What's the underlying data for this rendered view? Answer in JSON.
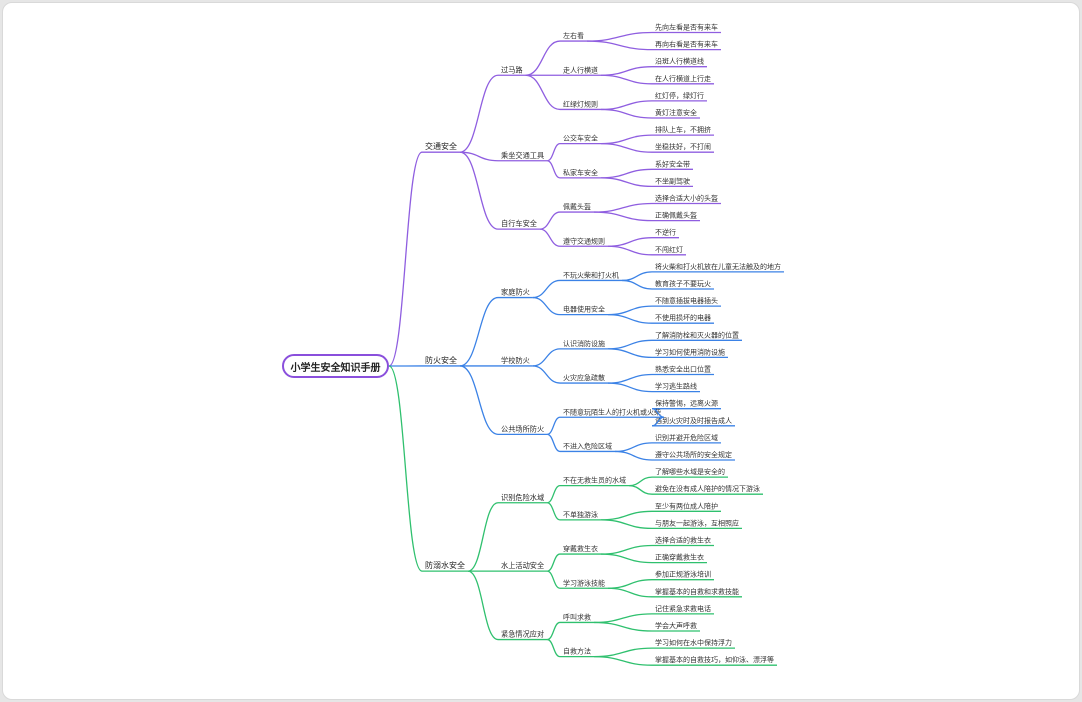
{
  "root": {
    "label": "小学生安全知识手册",
    "color": "#8a4fdc"
  },
  "branches": [
    {
      "label": "交通安全",
      "color": "#8f5ee0",
      "children": [
        {
          "label": "过马路",
          "children": [
            {
              "label": "左右看",
              "children": [
                "先向左看是否有来车",
                "再向右看是否有来车"
              ]
            },
            {
              "label": "走人行横道",
              "children": [
                "沿斑人行横道线",
                "在人行横道上行走"
              ]
            },
            {
              "label": "红绿灯规则",
              "children": [
                "红灯停，绿灯行",
                "黄灯注意安全"
              ]
            }
          ]
        },
        {
          "label": "乘坐交通工具",
          "children": [
            {
              "label": "公交车安全",
              "children": [
                "排队上车，不拥挤",
                "坐稳扶好，不打闹"
              ]
            },
            {
              "label": "私家车安全",
              "children": [
                "系好安全带",
                "不坐副驾驶"
              ]
            }
          ]
        },
        {
          "label": "自行车安全",
          "children": [
            {
              "label": "佩戴头盔",
              "children": [
                "选择合适大小的头盔",
                "正确佩戴头盔"
              ]
            },
            {
              "label": "遵守交通规则",
              "children": [
                "不逆行",
                "不闯红灯"
              ]
            }
          ]
        }
      ]
    },
    {
      "label": "防火安全",
      "color": "#3b82e6",
      "children": [
        {
          "label": "家庭防火",
          "children": [
            {
              "label": "不玩火柴和打火机",
              "children": [
                "将火柴和打火机放在儿童无法触及的地方",
                "教育孩子不要玩火"
              ]
            },
            {
              "label": "电器使用安全",
              "children": [
                "不随意插拔电器插头",
                "不使用损坏的电器"
              ]
            }
          ]
        },
        {
          "label": "学校防火",
          "children": [
            {
              "label": "认识消防设施",
              "children": [
                "了解消防栓和灭火器的位置",
                "学习如何使用消防设施"
              ]
            },
            {
              "label": "火灾应急疏散",
              "children": [
                "熟悉安全出口位置",
                "学习逃生路线"
              ]
            }
          ]
        },
        {
          "label": "公共场所防火",
          "children": [
            {
              "label": "不随意玩陌生人的打火机或火柴",
              "children": [
                "保持警惕，远离火源",
                "遇到火灾时及时报告成人"
              ]
            },
            {
              "label": "不进入危险区域",
              "children": [
                "识别并避开危险区域",
                "遵守公共场所的安全规定"
              ]
            }
          ]
        }
      ]
    },
    {
      "label": "防溺水安全",
      "color": "#2fc06e",
      "children": [
        {
          "label": "识别危险水域",
          "children": [
            {
              "label": "不在无救生员的水域",
              "children": [
                "了解哪些水域是安全的",
                "避免在没有成人陪护的情况下游泳"
              ]
            },
            {
              "label": "不单独游泳",
              "children": [
                "至少有两位成人陪护",
                "与朋友一起游泳，互相照应"
              ]
            }
          ]
        },
        {
          "label": "水上活动安全",
          "children": [
            {
              "label": "穿戴救生衣",
              "children": [
                "选择合适的救生衣",
                "正确穿戴救生衣"
              ]
            },
            {
              "label": "学习游泳技能",
              "children": [
                "参加正规游泳培训",
                "掌握基本的自救和求救技能"
              ]
            }
          ]
        },
        {
          "label": "紧急情况应对",
          "children": [
            {
              "label": "呼叫求救",
              "children": [
                "记住紧急求救电话",
                "学会大声呼救"
              ]
            },
            {
              "label": "自救方法",
              "children": [
                "学习如何在水中保持浮力",
                "掌握基本的自救技巧，如仰泳、漂浮等"
              ]
            }
          ]
        }
      ]
    }
  ]
}
